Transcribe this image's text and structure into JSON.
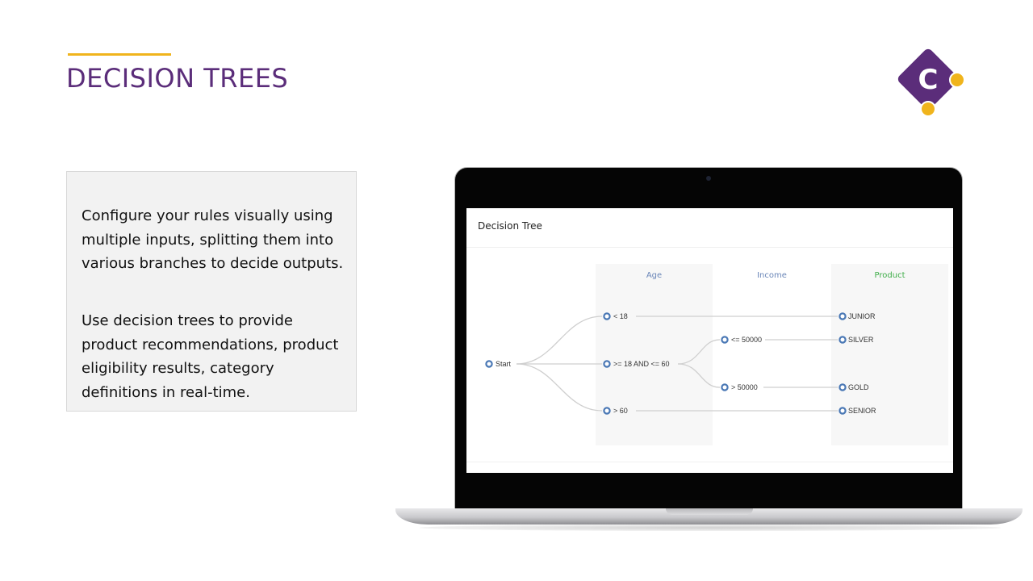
{
  "slide": {
    "title": "DECISION TREES",
    "paragraph_1": "Configure your rules visually using multiple inputs, splitting them into various branches to decide outputs.",
    "paragraph_2": "Use decision trees to provide product recommendations, product eligibility results, category definitions in real-time.",
    "logo_letter": "C"
  },
  "colors": {
    "brand_purple": "#5b2d7a",
    "brand_yellow": "#f0b41c",
    "node_blue": "#4a78b5",
    "product_green": "#3fae49",
    "column_header_blue": "#6a86b8"
  },
  "screen": {
    "panel_title": "Decision Tree",
    "columns": [
      {
        "label": "Age"
      },
      {
        "label": "Income"
      },
      {
        "label": "Product"
      }
    ],
    "nodes": {
      "start": "Start",
      "age": [
        "< 18",
        ">= 18 AND <= 60",
        "> 60"
      ],
      "income": [
        "<= 50000",
        "> 50000"
      ],
      "product": [
        "JUNIOR",
        "SILVER",
        "GOLD",
        "SENIOR"
      ]
    }
  }
}
